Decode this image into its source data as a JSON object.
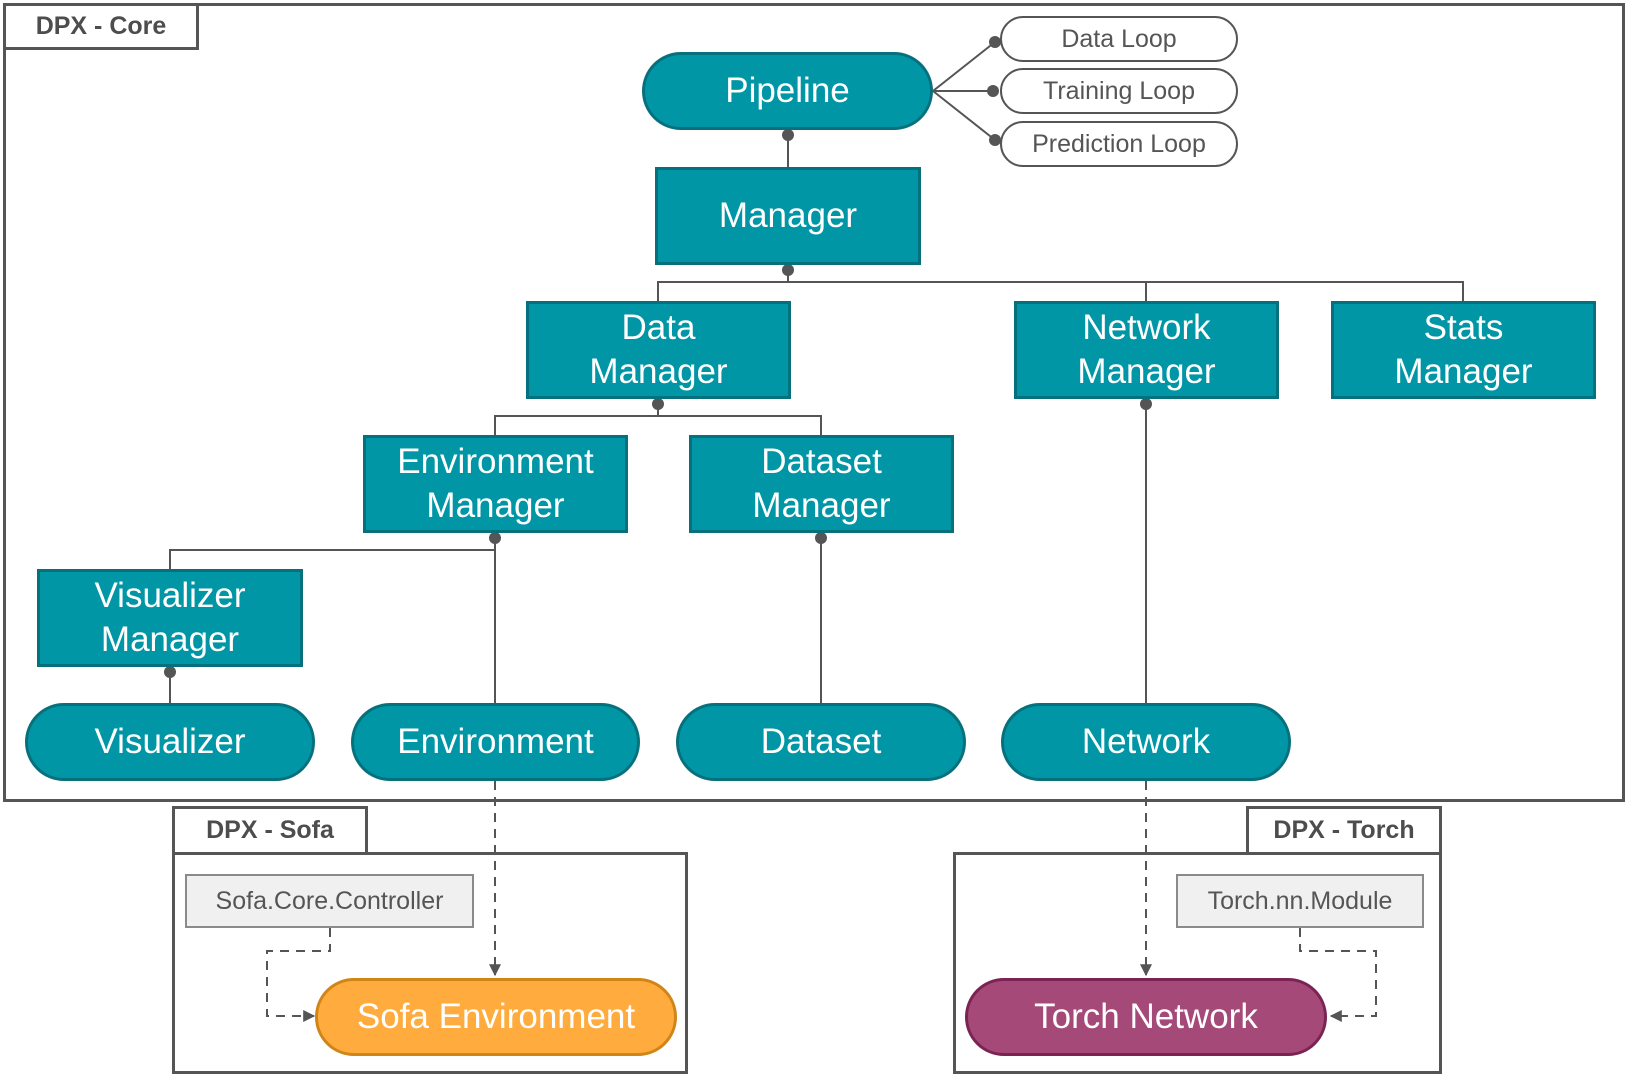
{
  "frames": {
    "core": "DPX - Core",
    "sofa": "DPX - Sofa",
    "torch": "DPX - Torch"
  },
  "nodes": {
    "pipeline": "Pipeline",
    "manager": "Manager",
    "data_manager": [
      "Data",
      "Manager"
    ],
    "network_manager": [
      "Network",
      "Manager"
    ],
    "stats_manager": [
      "Stats",
      "Manager"
    ],
    "environment_manager": [
      "Environment",
      "Manager"
    ],
    "dataset_manager": [
      "Dataset",
      "Manager"
    ],
    "visualizer_manager": [
      "Visualizer",
      "Manager"
    ],
    "visualizer": "Visualizer",
    "environment": "Environment",
    "dataset": "Dataset",
    "network": "Network",
    "sofa_environment": "Sofa Environment",
    "torch_network": "Torch Network"
  },
  "loops": [
    "Data Loop",
    "Training Loop",
    "Prediction Loop"
  ],
  "libraries": {
    "sofa": "Sofa.Core.Controller",
    "torch": "Torch.nn.Module"
  },
  "colors": {
    "core_node": "#0096a6",
    "sofa_node": "#ffab3d",
    "torch_node": "#a54a78",
    "line": "#555555"
  }
}
